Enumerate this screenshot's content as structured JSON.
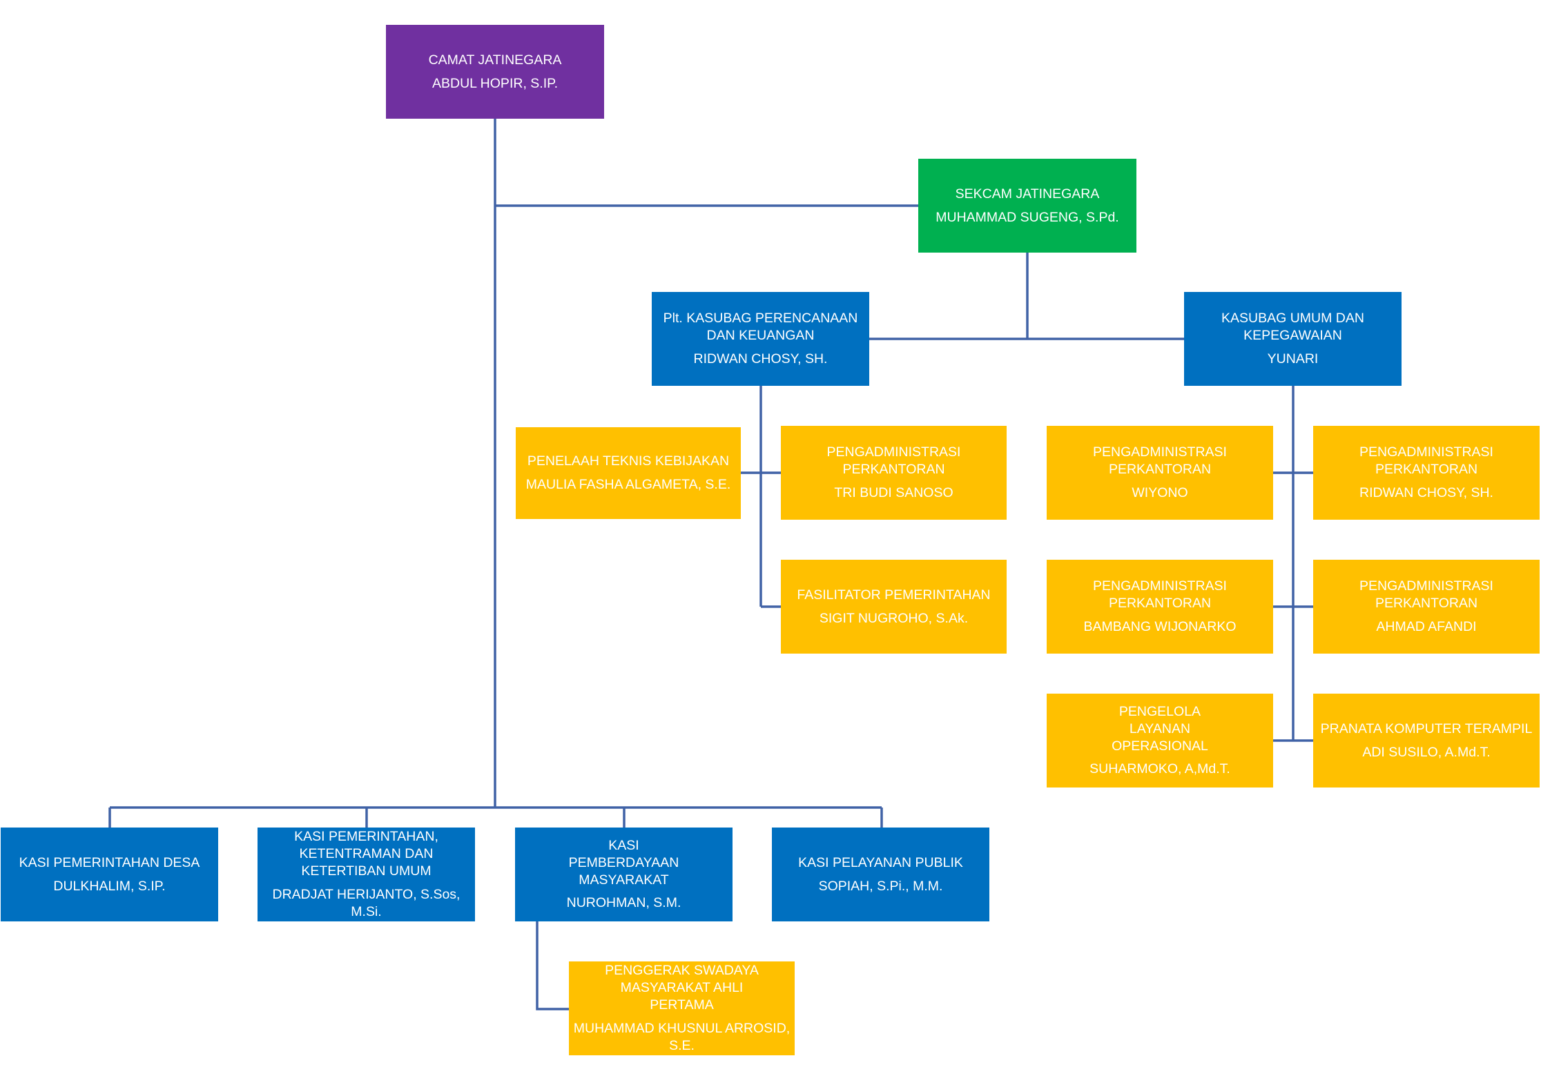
{
  "colors": {
    "head": "#7030a0",
    "secretary": "#00b050",
    "section": "#0070c0",
    "staff": "#ffc000",
    "connector": "#4062a6"
  },
  "camat": {
    "title": "CAMAT JATINEGARA",
    "name": "ABDUL HOPIR, S.IP."
  },
  "sekcam": {
    "title": "SEKCAM JATINEGARA",
    "name": "MUHAMMAD SUGENG, S.Pd."
  },
  "kasubag_perencanaan": {
    "title": "Plt. KASUBAG PERENCANAAN DAN KEUANGAN",
    "name": "RIDWAN CHOSY, SH."
  },
  "kasubag_umum": {
    "title": "KASUBAG UMUM DAN KEPEGAWAIAN",
    "name": "YUNARI"
  },
  "staff_perencanaan": [
    {
      "title": "PENELAAH TEKNIS KEBIJAKAN",
      "name": "MAULIA FASHA ALGAMETA, S.E."
    },
    {
      "title": "PENGADMINISTRASI PERKANTORAN",
      "name": "TRI BUDI SANOSO"
    },
    {
      "title": "FASILITATOR PEMERINTAHAN",
      "name": "SIGIT NUGROHO, S.Ak."
    }
  ],
  "staff_umum": [
    {
      "title": "PENGADMINISTRASI PERKANTORAN",
      "name": "WIYONO"
    },
    {
      "title": "PENGADMINISTRASI PERKANTORAN",
      "name": "RIDWAN CHOSY, SH."
    },
    {
      "title": "PENGADMINISTRASI PERKANTORAN",
      "name": "BAMBANG WIJONARKO"
    },
    {
      "title": "PENGADMINISTRASI PERKANTORAN",
      "name": "AHMAD AFANDI"
    },
    {
      "title": "PENGELOLA LAYANAN OPERASIONAL",
      "name": "SUHARMOKO, A,Md.T."
    },
    {
      "title": "PRANATA KOMPUTER TERAMPIL",
      "name": "ADI SUSILO, A.Md.T."
    }
  ],
  "kasi": [
    {
      "title": "KASI PEMERINTAHAN DESA",
      "name": "DULKHALIM, S.IP."
    },
    {
      "title": "KASI PEMERINTAHAN, KETENTRAMAN DAN KETERTIBAN UMUM",
      "name": "DRADJAT HERIJANTO, S.Sos, M.Si."
    },
    {
      "title": "KASI PEMBERDAYAAN MASYARAKAT",
      "name": "NUROHMAN, S.M."
    },
    {
      "title": "KASI PELAYANAN PUBLIK",
      "name": "SOPIAH, S.Pi., M.M."
    }
  ],
  "staff_pemberdayaan": {
    "title": "PENGGERAK SWADAYA MASYARAKAT AHLI PERTAMA",
    "name": "MUHAMMAD KHUSNUL ARROSID, S.E."
  }
}
